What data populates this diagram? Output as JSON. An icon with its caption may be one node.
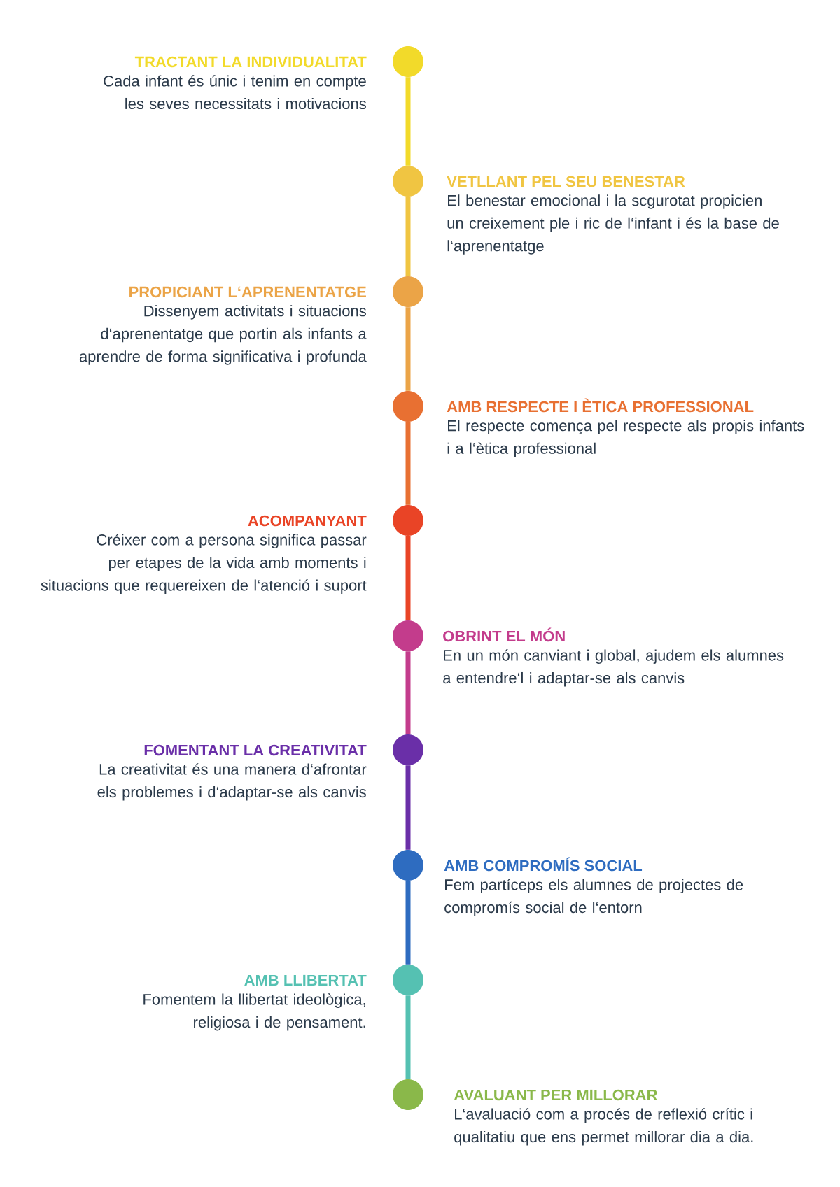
{
  "diagram": {
    "nodes": [
      {
        "text": [],
        "shape": "circle",
        "beside": [
          "TRACTANT LA INDIVIDUALITAT",
          "Cada infant és únic i tenim en compte les seves necessitats i motivacions"
        ]
      },
      {
        "text": [],
        "shape": "circle",
        "beside": [
          "VETLLANT PEL SEU BENESTAR",
          "El benestar emocional i la scgurotat propicien un creixement ple i ric de l‘infant i és la base de l‘aprenentatge"
        ]
      },
      {
        "text": [],
        "shape": "circle",
        "beside": [
          "PROPICIANT L‘APRENENTATGE",
          "Dissenyem activitats i situacions d‘aprenentatge que portin als infants a aprendre de forma significativa i profunda"
        ]
      },
      {
        "text": [],
        "shape": "circle",
        "beside": [
          "AMB RESPECTE I ÈTICA PROFESSIONAL",
          "El respecte comença pel respecte als propis infants i a l‘ètica professional"
        ]
      },
      {
        "text": [],
        "shape": "circle",
        "beside": [
          "ACOMPANYANT",
          "Créixer com a persona significa passar per etapes de la vida amb moments i situacions que requereixen de l‘atenció i suport"
        ]
      },
      {
        "text": [],
        "shape": "circle",
        "beside": [
          "OBRINT EL MÓN",
          "En un món canviant i global, ajudem els alumnes a entendre‘l i adaptar-se als canvis"
        ]
      },
      {
        "text": [],
        "shape": "circle",
        "beside": [
          "FOMENTANT LA CREATIVITAT",
          "La creativitat és una manera d‘afrontar els problemes i d‘adaptar-se als canvis"
        ]
      },
      {
        "text": [],
        "shape": "circle",
        "beside": [
          "AMB COMPROMÍS SOCIAL",
          "Fem partíceps els alumnes de projectes de compromís social de l‘entorn"
        ]
      },
      {
        "text": [],
        "shape": "circle",
        "beside": [
          "AMB LLIBERTAT",
          "Fomentem la llibertat ideològica, religiosa i de pensament."
        ]
      },
      {
        "text": [],
        "shape": "circle",
        "beside": [
          "AVALUANT PER MILLORAR",
          "L‘avaluació com a procés de reflexió crític i qualitatiu que ens permet millorar dia a dia."
        ]
      }
    ],
    "edges": [
      {
        "from": 0,
        "to": 1,
        "arrow": "none",
        "color": "#f2da2a"
      },
      {
        "from": 1,
        "to": 2,
        "arrow": "none",
        "color": "#f0c542"
      },
      {
        "from": 2,
        "to": 3,
        "arrow": "none",
        "color": "#eba447"
      },
      {
        "from": 3,
        "to": 4,
        "arrow": "none",
        "color": "#e87032"
      },
      {
        "from": 4,
        "to": 5,
        "arrow": "none",
        "color": "#e94426"
      },
      {
        "from": 5,
        "to": 6,
        "arrow": "none",
        "color": "#c33c8c"
      },
      {
        "from": 6,
        "to": 7,
        "arrow": "none",
        "color": "#6a2fa8"
      },
      {
        "from": 7,
        "to": 8,
        "arrow": "none",
        "color": "#2e6cc0"
      },
      {
        "from": 8,
        "to": 9,
        "arrow": "none",
        "color": "#55c1b2"
      }
    ]
  }
}
